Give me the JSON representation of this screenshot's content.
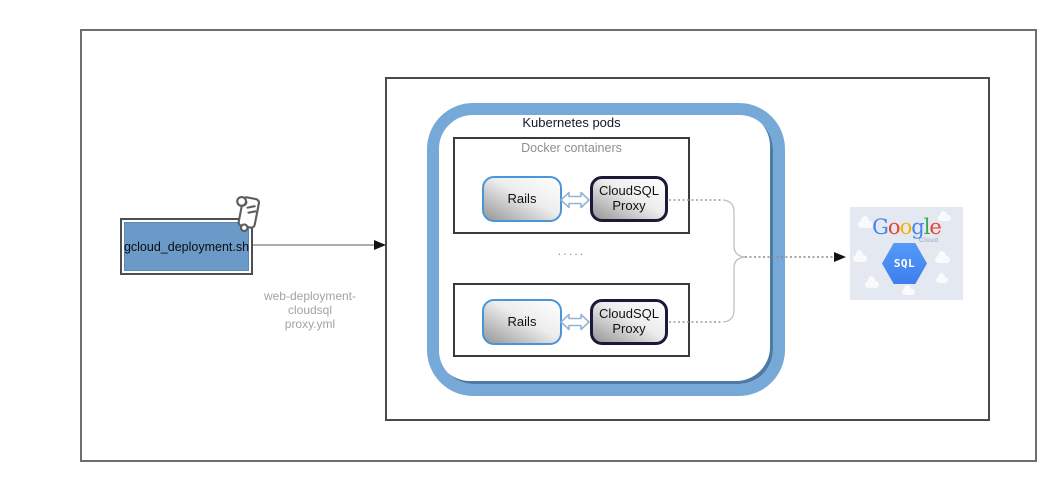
{
  "script_box": {
    "label": "gcloud_deployment.sh"
  },
  "connector": {
    "label_lines": [
      "web-deployment-",
      "cloudsql",
      "proxy.yml"
    ]
  },
  "kubernetes": {
    "title": "Kubernetes pods",
    "pod1": {
      "title": "Docker containers",
      "rails_label": "Rails",
      "proxy_label": "CloudSQL Proxy"
    },
    "pod2": {
      "rails_label": "Rails",
      "proxy_label": "CloudSQL Proxy"
    },
    "ellipsis": "....."
  },
  "google": {
    "brand_letters": {
      "g1": "G",
      "o1": "o",
      "o2": "o",
      "g2": "g",
      "l": "l",
      "e": "e"
    },
    "cloud_sub": "Cloud",
    "sql": "SQL"
  },
  "colors": {
    "kubernetes_border": "#76a9d8",
    "kubernetes_border_shadow": "#4e7ba6",
    "rails_border": "#4a94d8",
    "proxy_border": "#1e1838",
    "script_fill": "#6b9ac8",
    "google_blue": "#4285f4",
    "google_red": "#ea4335",
    "google_yellow": "#f4b400",
    "google_green": "#34a853",
    "hexagon_blue": "#4285f4",
    "label_gray": "#a3a3a3"
  }
}
